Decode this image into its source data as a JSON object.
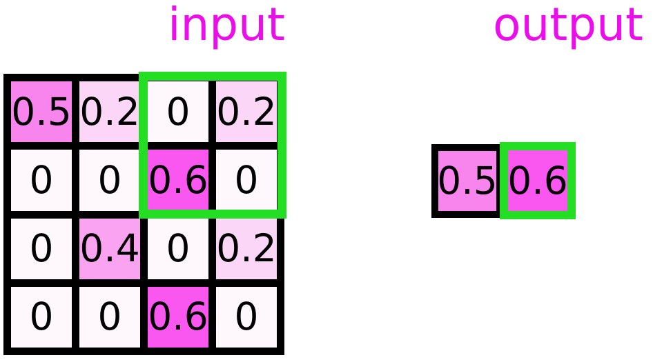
{
  "input": {
    "title": "input",
    "grid": [
      [
        "0.5",
        "0.2",
        "0",
        "0.2"
      ],
      [
        "0",
        "0",
        "0.6",
        "0"
      ],
      [
        "0",
        "0.4",
        "0",
        "0.2"
      ],
      [
        "0",
        "0",
        "0.6",
        "0"
      ]
    ],
    "highlight_region": {
      "rows": [
        0,
        1
      ],
      "cols": [
        2,
        3
      ]
    }
  },
  "output": {
    "title": "output",
    "cells": [
      "0.5",
      "0.6"
    ],
    "highlight_index": 1
  },
  "colors": {
    "title_text": "#EC0CEC",
    "grid_lines": "#000000",
    "highlight_green": "#24DE24",
    "cell_text": "#000000",
    "value_fill": {
      "0": "#FEF8FD",
      "0.2": "#FBD6F7",
      "0.4": "#FAA3F0",
      "0.5": "#F884ED",
      "0.6": "#FA57F0"
    }
  }
}
